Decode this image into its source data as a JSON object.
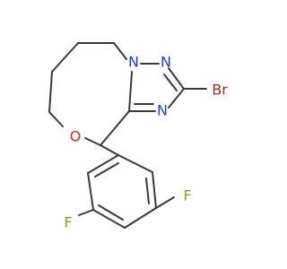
{
  "molecule": {
    "atoms": {
      "n_bridge": {
        "label": "N",
        "color": "#1f3bd9"
      },
      "n_ring2": {
        "label": "N",
        "color": "#1f3bd9"
      },
      "n_ring4": {
        "label": "N",
        "color": "#1f3bd9"
      },
      "bromine": {
        "label": "Br",
        "color": "#a0301e"
      },
      "oxygen": {
        "label": "O",
        "color": "#e0261a"
      },
      "fluorine_left": {
        "label": "F",
        "color": "#8a9c1f"
      },
      "fluorine_right": {
        "label": "F",
        "color": "#8a9c1f"
      }
    },
    "bond_color": "#3a3a3a"
  }
}
